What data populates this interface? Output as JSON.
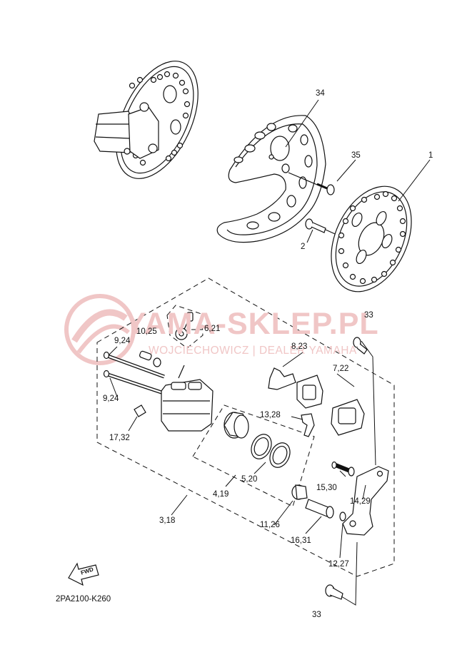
{
  "diagram": {
    "code": "2PA2100-K260",
    "fwd_label": "FWD",
    "labels": {
      "34": "34",
      "35": "35",
      "1": "1",
      "2": "2",
      "33a": "33",
      "33b": "33",
      "6_21": "6,21",
      "10_25": "10,25",
      "9_24a": "9,24",
      "9_24b": "9,24",
      "17_32": "17,32",
      "8_23": "8,23",
      "7_22": "7,22",
      "13_28": "13,28",
      "15_30": "15,30",
      "14_29": "14,29",
      "5_20": "5,20",
      "4_19": "4,19",
      "3_18": "3,18",
      "11_26": "11,26",
      "16_31": "16,31",
      "12_27": "12,27"
    }
  },
  "watermark": {
    "title": "YAMA-SKLEP.PL",
    "subtitle": "WOJCIECHOWICZ | DEALER YAMAHA",
    "color": "#f0c6c6"
  }
}
